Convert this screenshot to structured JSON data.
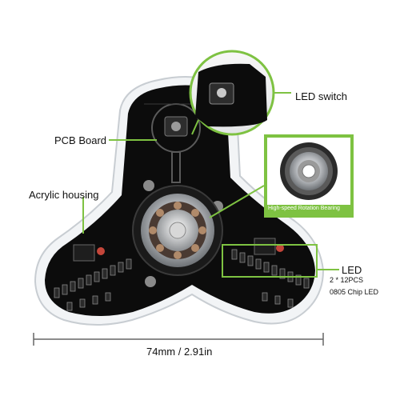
{
  "labels": {
    "led_switch": "LED switch",
    "pcb_board": "PCB Board",
    "acrylic_housing": "Acrylic housing",
    "led": "LED",
    "led_quantity": "2 * 12PCS",
    "led_type": "0805 Chip LED",
    "bearing": "High-speed Rotation Bearing",
    "dimension": "74mm / 2.91in"
  },
  "colors": {
    "callout_green": "#7ec242",
    "board_black": "#0c0c0c",
    "acrylic_edge": "#c8cdd2",
    "led_red": "#c4463a"
  },
  "icons": [
    "switch-icon",
    "bearing-icon",
    "led-icon"
  ]
}
